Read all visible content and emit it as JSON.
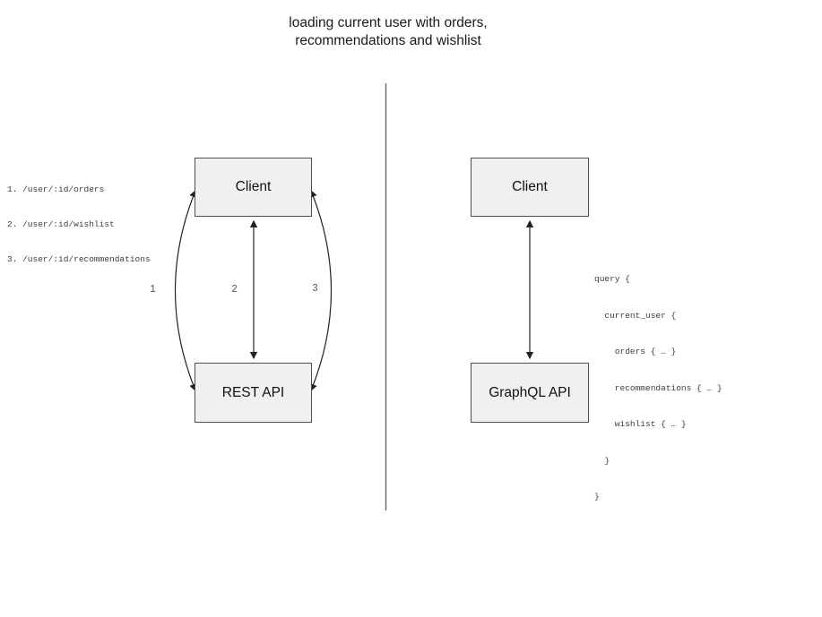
{
  "title": {
    "line1": "loading current user with orders,",
    "line2": "recommendations and wishlist"
  },
  "rest_panel": {
    "client_label": "Client",
    "api_label": "REST API",
    "endpoints": [
      "1. /user/:id/orders",
      "2. /user/:id/wishlist",
      "3. /user/:id/recommendations"
    ],
    "arrow_labels": [
      "1",
      "2",
      "3"
    ]
  },
  "graphql_panel": {
    "client_label": "Client",
    "api_label": "GraphQL API",
    "query_lines": [
      "query {",
      "  current_user {",
      "    orders { … }",
      "    recommendations { … }",
      "    wishlist { … }",
      "  }",
      "}"
    ]
  },
  "colors": {
    "box_fill": "#f0f0f0",
    "box_border": "#4d4d4d",
    "arrow": "#222222",
    "divider": "#666666",
    "muted_text": "#595959"
  }
}
